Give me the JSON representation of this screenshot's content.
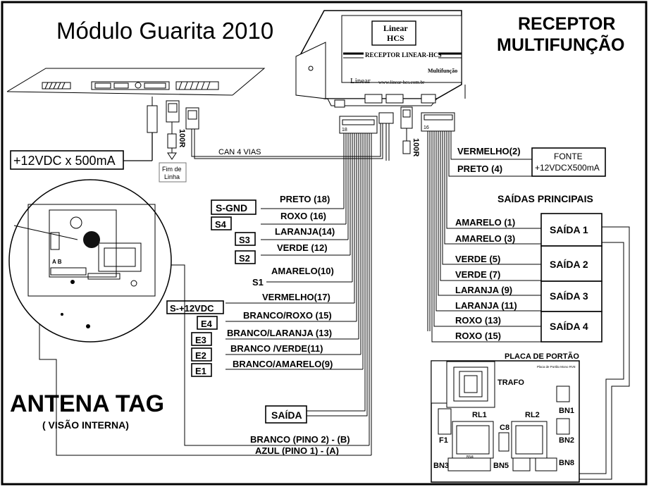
{
  "title": "Módulo Guarita 2010",
  "receiver_title_line1": "RECEPTOR",
  "receiver_title_line2": "MULTIFUNÇÃO",
  "receiver_device": {
    "brand_line1": "Linear",
    "brand_line2": "HCS",
    "band": "RECEPTOR LINEAR-HCS",
    "sub": "Multifunção",
    "maker": "Linear",
    "url": "www.linear-hcs.com.br",
    "pin_count_left": "18",
    "pin_count_right": "16"
  },
  "power_label": "+12VDC x 500mA",
  "resistor_label": "100R",
  "terminator_label_line1": "Fim de",
  "terminator_label_line2": "Linha",
  "can_label": "CAN  4 VIAS",
  "fonte": {
    "title": "FONTE",
    "spec": "+12VDCX500mA",
    "wire_red": "VERMELHO(2)",
    "wire_black": "PRETO (4)"
  },
  "main_outputs_title": "SAÍDAS PRINCIPAIS",
  "outputs": [
    {
      "label": "SAÍDA 1",
      "wires": [
        "AMARELO (1)",
        "AMARELO (3)"
      ]
    },
    {
      "label": "SAÍDA 2",
      "wires": [
        "VERDE (5)",
        "VERDE (7)"
      ]
    },
    {
      "label": "SAÍDA 3",
      "wires": [
        "LARANJA (9)",
        "LARANJA (11)"
      ]
    },
    {
      "label": "SAÍDA 4",
      "wires": [
        "ROXO (13)",
        "ROXO (15)"
      ]
    }
  ],
  "left_wires": [
    {
      "wire": "PRETO (18)",
      "tag": "S-GND"
    },
    {
      "wire": "ROXO (16)",
      "tag": "S4"
    },
    {
      "wire": "LARANJA(14)",
      "tag": "S3"
    },
    {
      "wire": "VERDE (12)",
      "tag": "S2"
    },
    {
      "wire": "AMARELO(10)",
      "tag": "S1"
    },
    {
      "wire": "VERMELHO(17)",
      "tag": "S-+12VDC"
    },
    {
      "wire": "BRANCO/ROXO (15)",
      "tag": "E4"
    },
    {
      "wire": "BRANCO/LARANJA (13)",
      "tag": "E3"
    },
    {
      "wire": "BRANCO  /VERDE(11)",
      "tag": "E2"
    },
    {
      "wire": "BRANCO/AMARELO(9)",
      "tag": "E1"
    }
  ],
  "saida_label": "SAÍDA",
  "bus_wires": [
    "BRANCO (PINO 2) - (B)",
    "AZUL  (PINO 1) - (A)"
  ],
  "antenna": {
    "title": "ANTENA TAG",
    "subtitle": "( VISÃO INTERNA)",
    "ab_label": "A B"
  },
  "gate_board": {
    "title": "PLACA DE PORTÃO",
    "tiny": "Placa de Portão Mono RV8",
    "labels": [
      "TRAFO",
      "RL1",
      "RL2",
      "C8",
      "F1",
      "BN1",
      "BN2",
      "BN3",
      "BN5",
      "BN8",
      "BN4"
    ]
  }
}
